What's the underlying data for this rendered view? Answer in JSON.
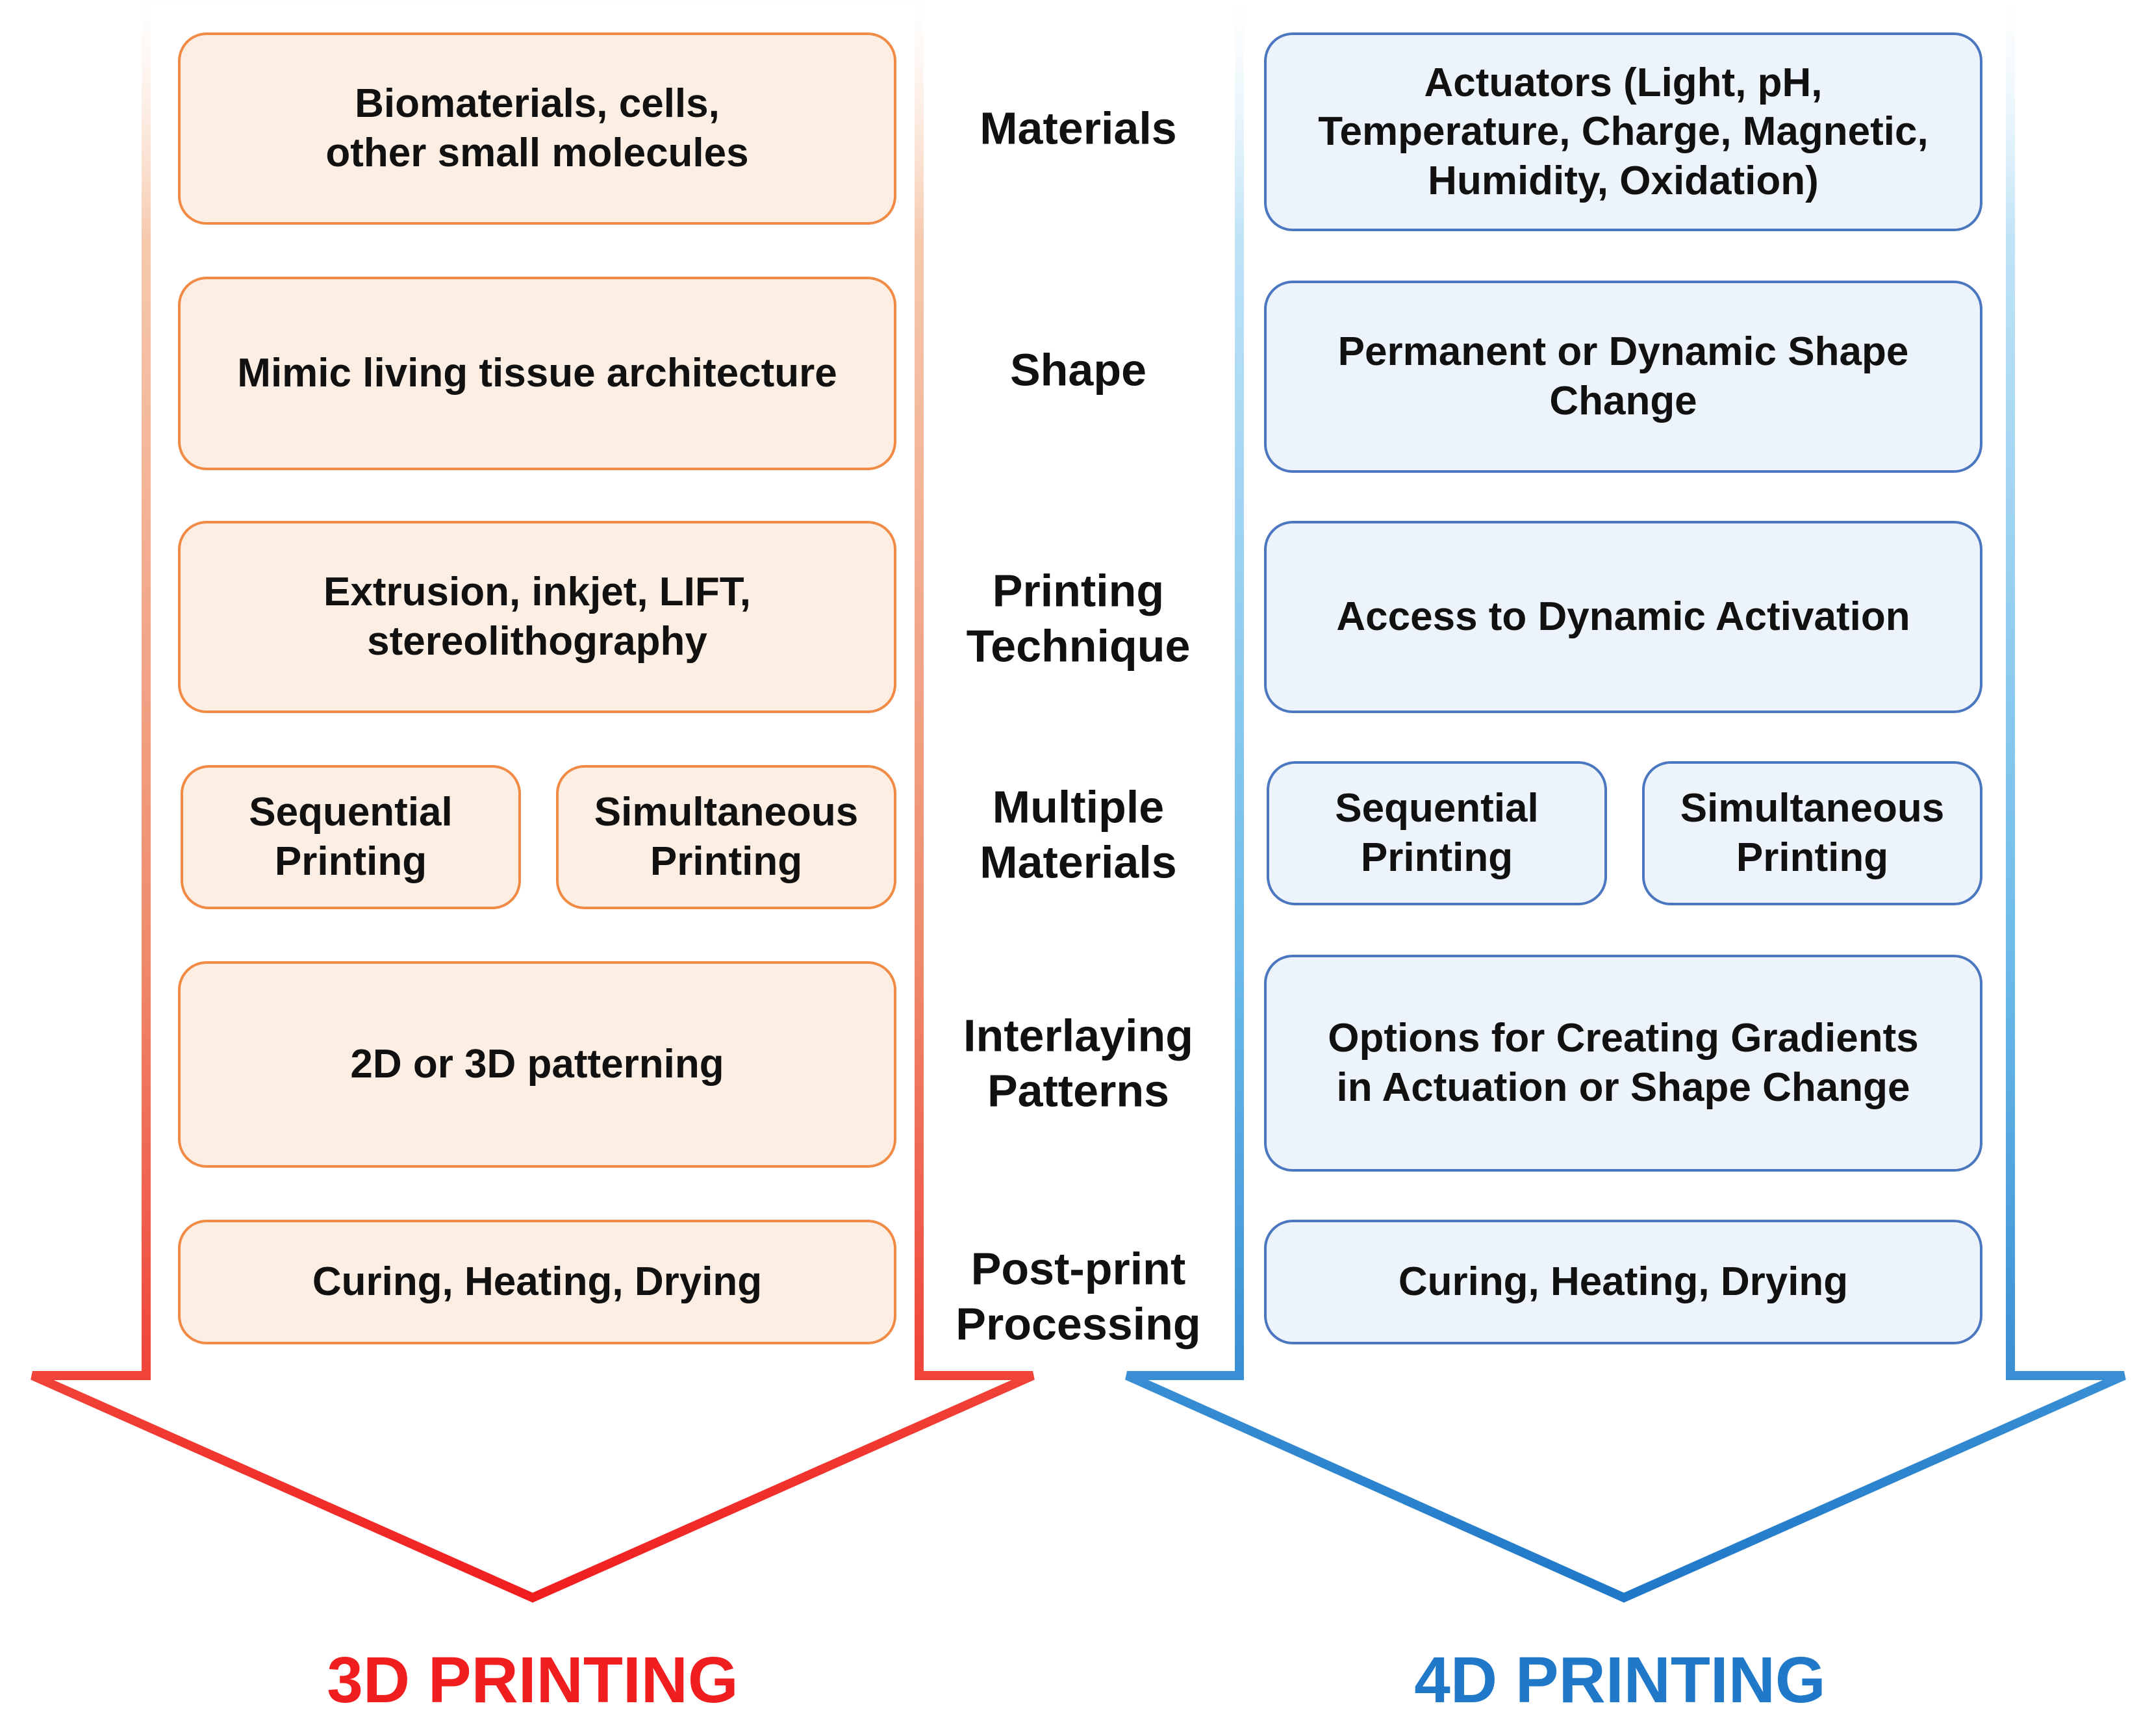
{
  "rows": [
    {
      "label": "Materials",
      "left": "Biomaterials, cells,\nother small molecules",
      "right": "Actuators (Light, pH,\nTemperature, Charge, Magnetic,\nHumidity, Oxidation)"
    },
    {
      "label": "Shape",
      "left": "Mimic living tissue architecture",
      "right": "Permanent or Dynamic Shape\nChange"
    },
    {
      "label": "Printing\nTechnique",
      "left": "Extrusion, inkjet, LIFT,\nstereolithography",
      "right": "Access to Dynamic Activation"
    },
    {
      "label": "Multiple\nMaterials",
      "left_a": "Sequential\nPrinting",
      "left_b": "Simultaneous\nPrinting",
      "right_a": "Sequential\nPrinting",
      "right_b": "Simultaneous\nPrinting"
    },
    {
      "label": "Interlaying\nPatterns",
      "left": "2D or 3D patterning",
      "right": "Options for Creating Gradients\nin Actuation or Shape Change"
    },
    {
      "label": "Post-print\nProcessing",
      "left": "Curing, Heating, Drying",
      "right": "Curing, Heating, Drying"
    }
  ],
  "titles": {
    "left": "3D PRINTING",
    "right": "4D PRINTING"
  },
  "colors": {
    "left_accent": "#f01e1e",
    "left_top": "#f7d6c4",
    "left_box_fill": "#fdeee3",
    "left_box_border": "#f08a45",
    "right_accent": "#1f78c8",
    "right_top": "#d6ecf8",
    "right_box_fill": "#edf3fa",
    "right_box_border": "#4a77c0"
  }
}
